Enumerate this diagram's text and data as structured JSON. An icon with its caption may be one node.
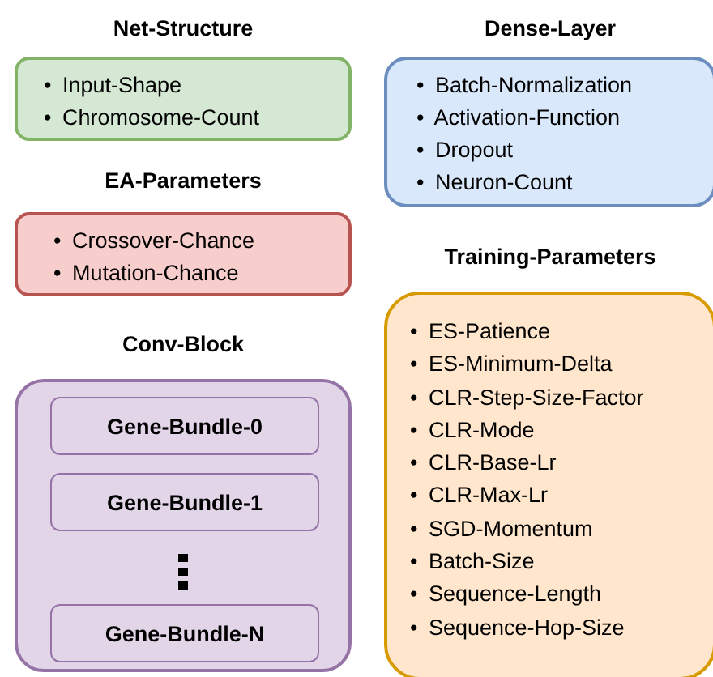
{
  "diagram": {
    "nodes": [
      {
        "text": [
          "Net-Structure",
          "• Input-Shape",
          "• Chromosome-Count"
        ]
      },
      {
        "text": [
          "EA-Parameters",
          "• Crossover-Chance",
          "• Mutation-Chance"
        ]
      },
      {
        "text": [
          "Conv-Block"
        ]
      },
      {
        "text": [
          "Gene-Bundle-0"
        ],
        "in": 2
      },
      {
        "text": [
          "Gene-Bundle-1"
        ],
        "in": 2
      },
      {
        "text": [
          "Gene-Bundle-N"
        ],
        "in": 2
      },
      {
        "text": [
          "Dense-Layer",
          "• Batch-Normalization",
          "• Activation-Function",
          "• Dropout",
          "• Neuron-Count"
        ]
      },
      {
        "text": [
          "Training-Parameters",
          "• ES-Patience",
          "• ES-Minimum-Delta",
          "• CLR-Step-Size-Factor",
          "• CLR-Mode",
          "• CLR-Base-Lr",
          "• CLR-Max-Lr",
          "• SGD-Momentum",
          "• Batch-Size",
          "• Sequence-Length",
          "• Sequence-Hop-Size"
        ]
      }
    ]
  }
}
